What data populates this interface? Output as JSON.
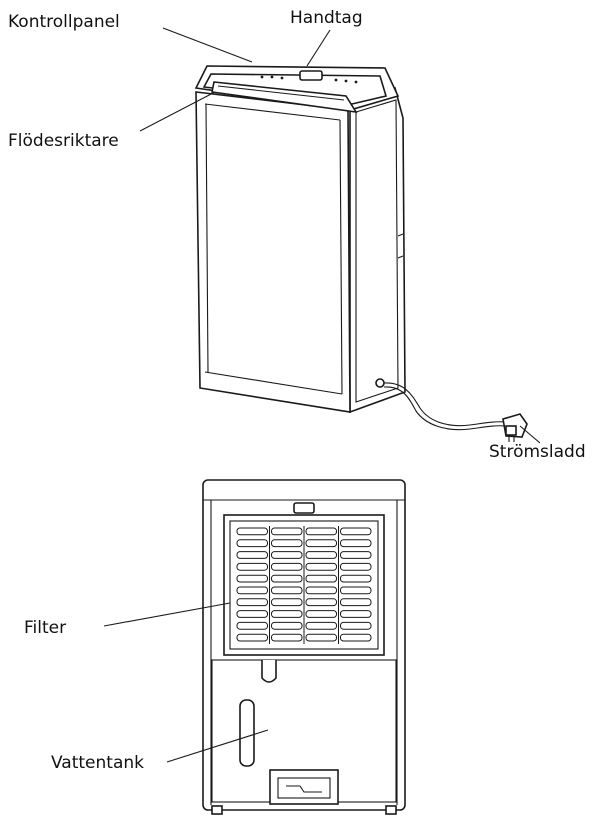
{
  "labels": {
    "control_panel": "Kontrollpanel",
    "handle": "Handtag",
    "flow_director": "Flödesriktare",
    "power_cord": "Strömsladd",
    "filter": "Filter",
    "water_tank": "Vattentank"
  }
}
